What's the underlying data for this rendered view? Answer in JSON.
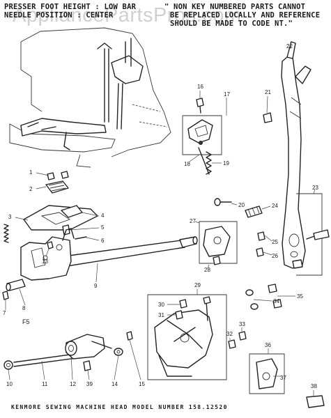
{
  "header": {
    "note_left_1": "PRESSER FOOT HEIGHT : LOW BAR",
    "note_left_2": "NEEDLE POSITION : CENTER",
    "note_right_1": "\" NON KEY NUMBERED PARTS CANNOT",
    "note_right_2": "BE REPLACED LOCALLY AND REFERENCE",
    "note_right_3": "SHOULD BE MADE TO CODE NT.\""
  },
  "watermark": "AppliancePartsPros.com",
  "footer": "KENMORE SEWING MACHINE HEAD MODEL NUMBER 158.12520",
  "figure_label": "F5",
  "callouts": [
    "1",
    "2",
    "3",
    "4",
    "5",
    "6",
    "7",
    "8",
    "9",
    "10",
    "11",
    "12",
    "13",
    "14",
    "15",
    "16",
    "17",
    "18",
    "19",
    "20",
    "21",
    "22",
    "23",
    "24",
    "25",
    "26",
    "27",
    "28",
    "29",
    "30",
    "31",
    "32",
    "33",
    "34",
    "35",
    "36",
    "37",
    "38",
    "39"
  ]
}
